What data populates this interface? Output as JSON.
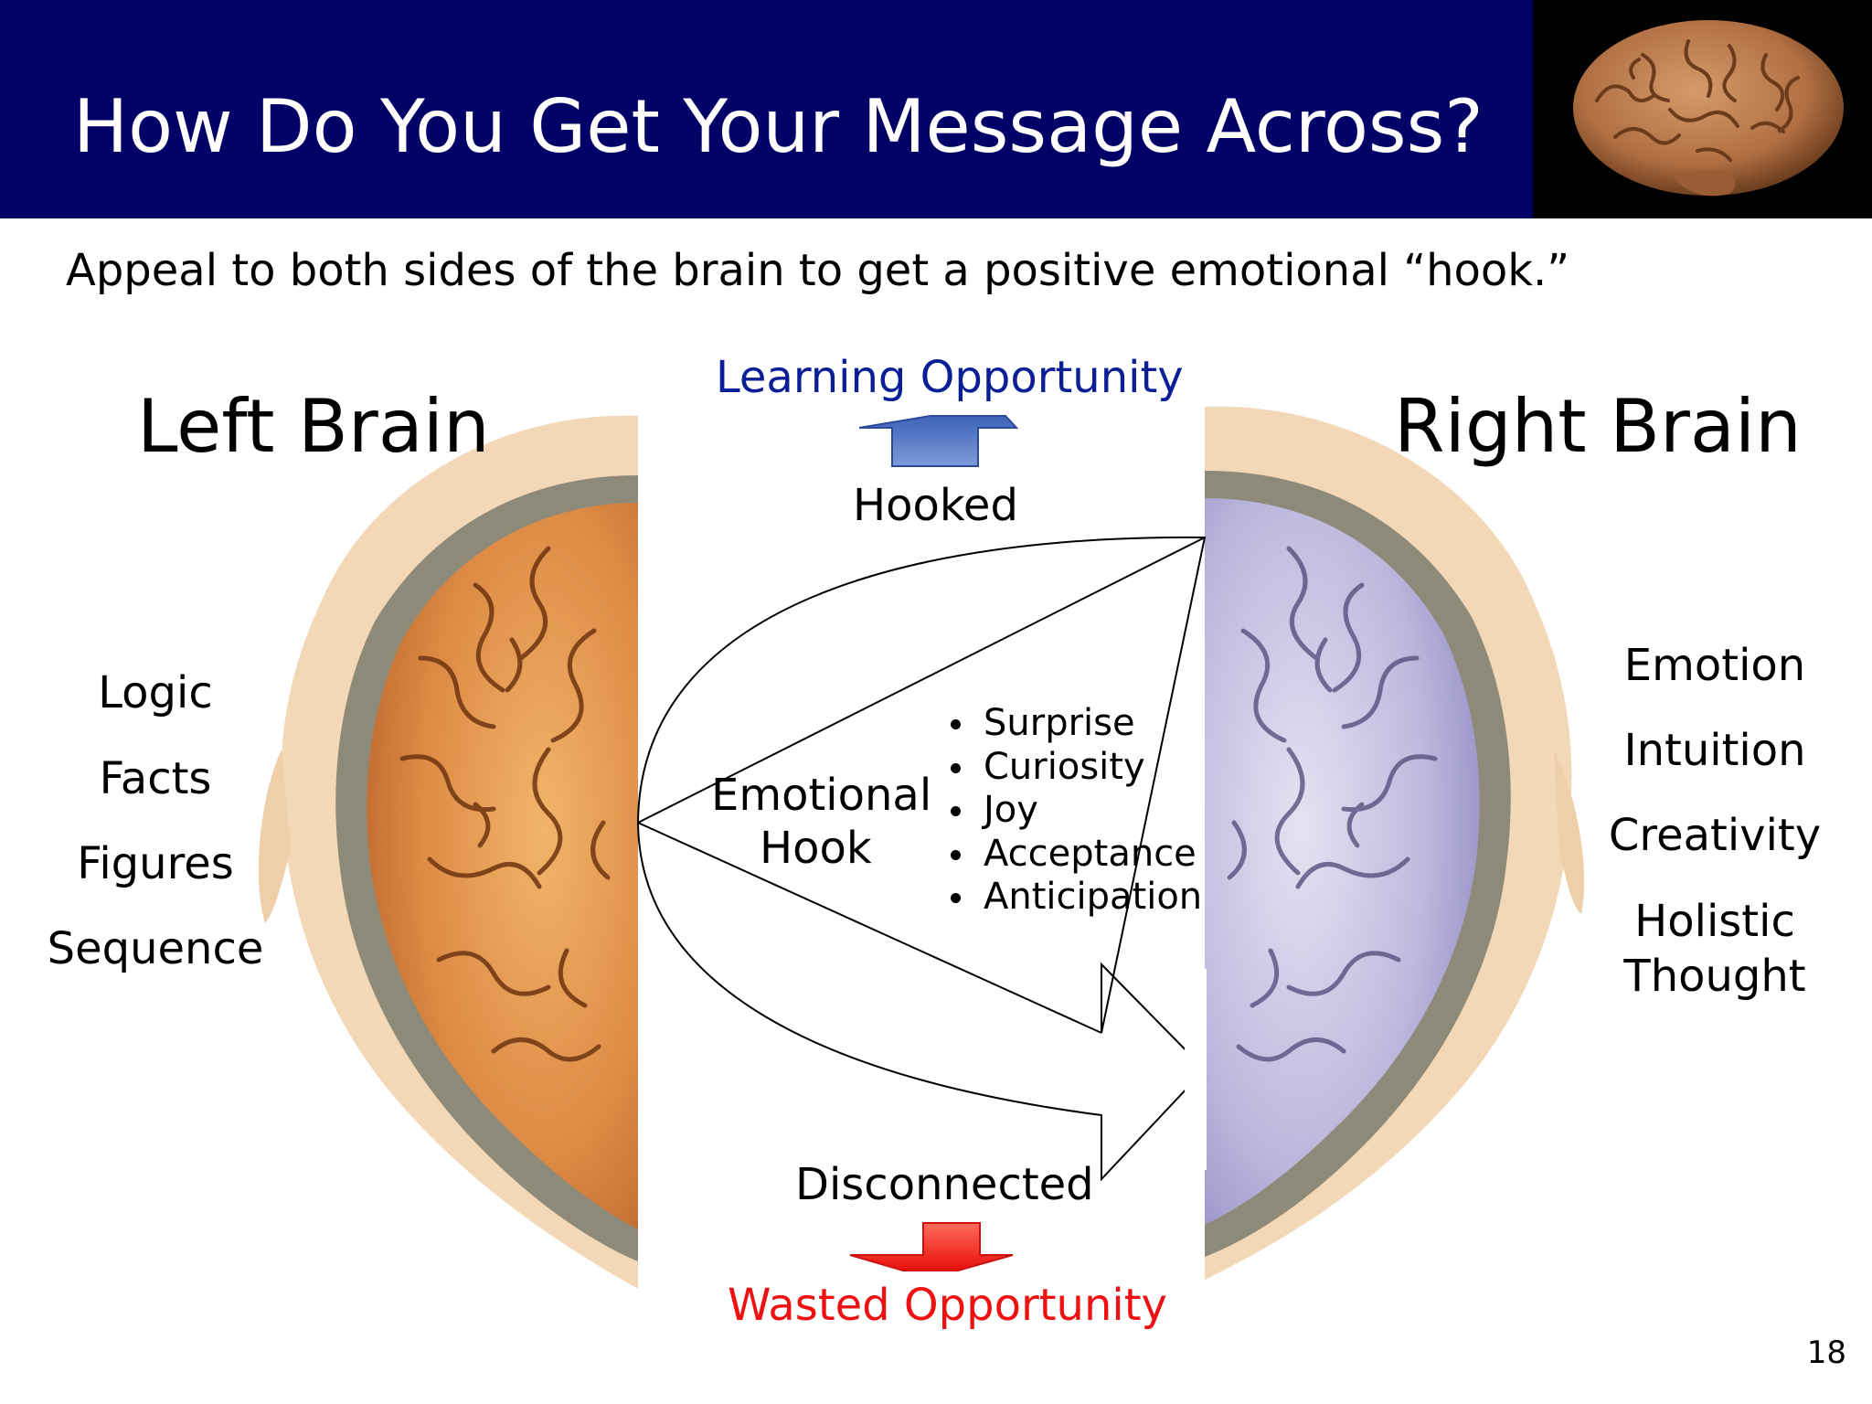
{
  "slide": {
    "title": "How Do You Get Your Message Across?",
    "subtitle": "Appeal to both sides of the brain to get a positive emotional “hook.”",
    "page_number": "18",
    "colors": {
      "title_bar": "#000066",
      "learning": "#0a1e96",
      "wasted": "#ee1111",
      "left_brain": "#d9823f",
      "right_brain": "#a9a4cf"
    }
  },
  "diagram": {
    "left_heading": "Left Brain",
    "right_heading": "Right Brain",
    "left_traits": [
      "Logic",
      "Facts",
      "Figures",
      "Sequence"
    ],
    "right_traits": [
      "Emotion",
      "Intuition",
      "Creativity",
      "Holistic",
      "Thought"
    ],
    "learning_opportunity": "Learning Opportunity",
    "hooked": "Hooked",
    "disconnected": "Disconnected",
    "wasted_opportunity": "Wasted Opportunity",
    "hook_label_line1": "Emotional",
    "hook_label_line2": "Hook",
    "hook_items": [
      "Surprise",
      "Curiosity",
      "Joy",
      "Acceptance",
      "Anticipation"
    ]
  }
}
